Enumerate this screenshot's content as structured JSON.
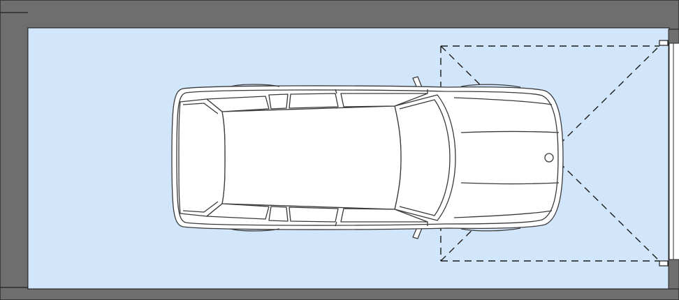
{
  "diagram": {
    "kind": "garage-floor-plan",
    "elements": [
      "garage-walls",
      "garage-floor",
      "car-top-view",
      "garage-door-swing"
    ],
    "colors": {
      "wall_fill": "#6e6e6e",
      "wall_stroke": "#2b2b2b",
      "floor_fill": "#d2e6fb",
      "car_fill": "#ffffff",
      "car_stroke": "#3a3a3a",
      "door_line": "#1a1a1a"
    },
    "door_style": "dashed"
  }
}
